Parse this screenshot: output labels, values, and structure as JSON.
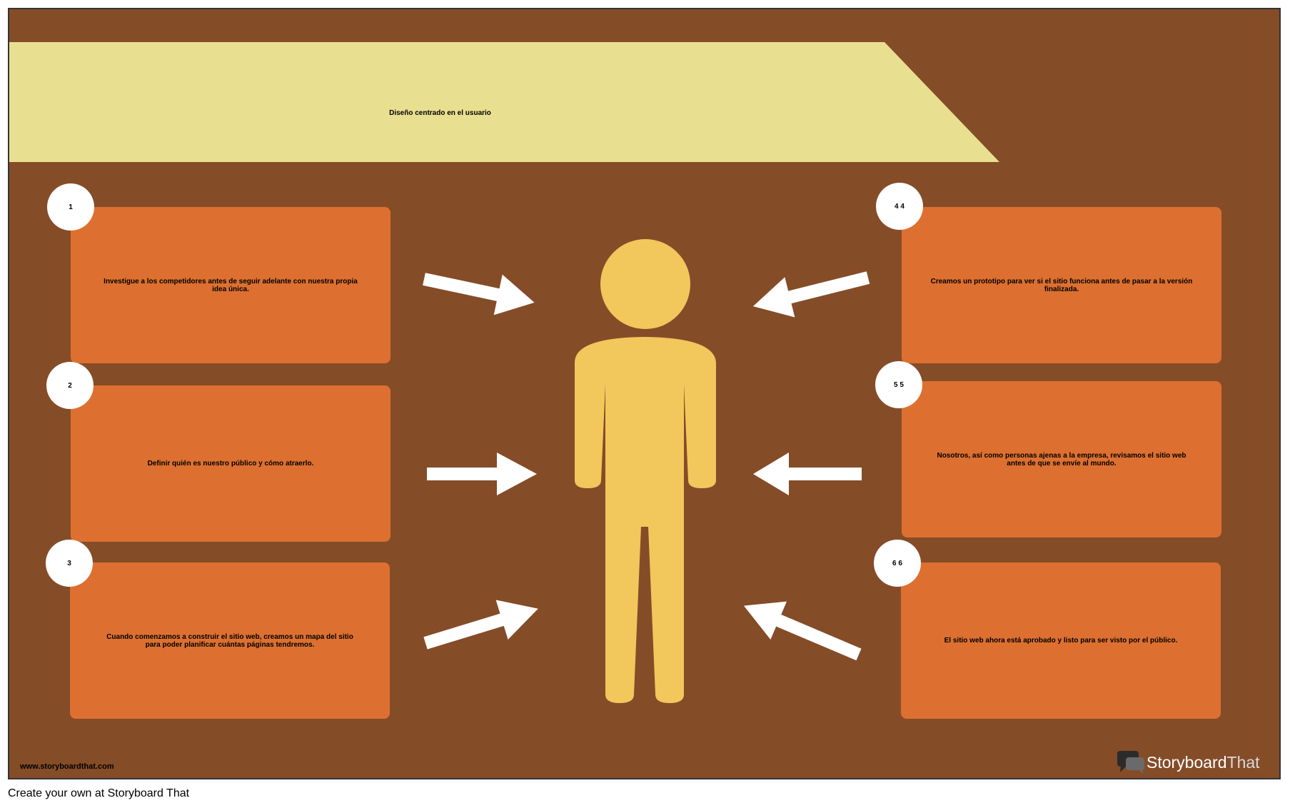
{
  "banner": {
    "title": "Diseño centrado en el usuario"
  },
  "steps_left": [
    {
      "number": "1",
      "text": "Investigue a los competidores antes de seguir adelante con nuestra propia idea única."
    },
    {
      "number": "2",
      "text": "Definir quién es nuestro público y cómo atraerlo."
    },
    {
      "number": "3",
      "text": "Cuando comenzamos a construir el sitio web, creamos un mapa del sitio para poder planificar cuántas páginas tendremos."
    }
  ],
  "steps_right": [
    {
      "number": "4 4",
      "text": "Creamos un prototipo para ver si el sitio funciona antes de pasar a la versión finalizada."
    },
    {
      "number": "5 5",
      "text": "Nosotros, así como personas ajenas a la empresa, revisamos el sitio web antes de que se envíe al mundo."
    },
    {
      "number": "6 6",
      "text": "El sitio web ahora está aprobado y listo para ser visto por el público."
    }
  ],
  "figure": {
    "icon": "person-icon",
    "color": "#f2c75c"
  },
  "colors": {
    "background": "#854c28",
    "banner": "#e8e090",
    "card": "#dd7030",
    "arrow": "#ffffff"
  },
  "watermark": {
    "url": "www.storyboardthat.com",
    "logo_part1": "Storyboard",
    "logo_part2": "That"
  },
  "footer": {
    "text": "Create your own at Storyboard That"
  }
}
